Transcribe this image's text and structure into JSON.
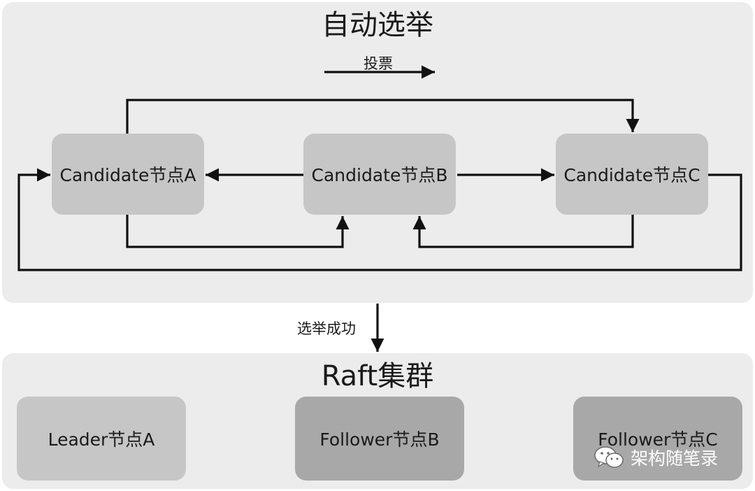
{
  "top_panel": {
    "title": "自动选举",
    "vote_label": "投票",
    "nodes": {
      "a": "Candidate节点A",
      "b": "Candidate节点B",
      "c": "Candidate节点C"
    }
  },
  "transition_label": "选举成功",
  "bottom_panel": {
    "title": "Raft集群",
    "nodes": {
      "leader": "Leader节点A",
      "follower_b": "Follower节点B",
      "follower_c": "Follower节点C"
    }
  },
  "watermark": {
    "icon": "wechat-icon",
    "text": "架构随笔录"
  },
  "colors": {
    "panel": "#ececec",
    "candidate_node": "#c6c6c6",
    "leader_node": "#c6c6c6",
    "follower_node": "#a8a8a8",
    "arrow": "#111111"
  }
}
